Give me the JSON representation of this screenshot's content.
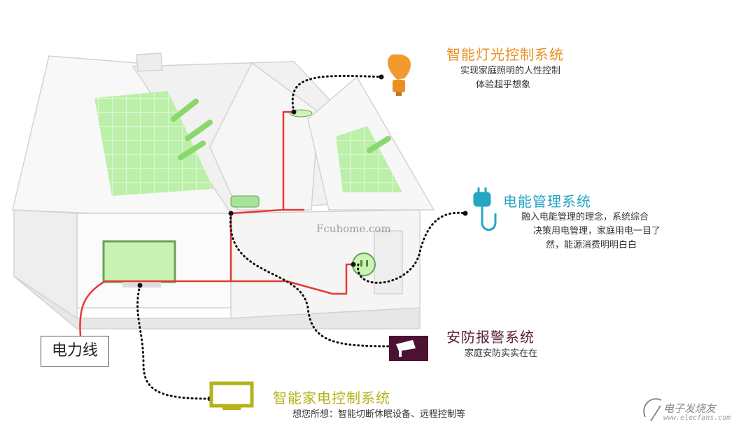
{
  "house": {
    "watermark": "Fcuhome.com"
  },
  "power_line": {
    "label": "电力线"
  },
  "systems": {
    "lighting": {
      "title": "智能灯光控制系统",
      "desc": [
        "实现家庭照明的人性控制",
        "体验超乎想象"
      ],
      "color": "#e8901f",
      "icon": "light-bulb-icon"
    },
    "energy": {
      "title": "电能管理系统",
      "desc": [
        "融入电能管理的理念，系统综合",
        "决策用电管理，家庭用电一目了",
        "然，能源消费明明白白"
      ],
      "color": "#27a6c4",
      "icon": "power-plug-icon"
    },
    "security": {
      "title": "安防报警系统",
      "desc": [
        "家庭安防实实在在"
      ],
      "color": "#5b1a3c",
      "icon": "security-camera-icon"
    },
    "appliance": {
      "title": "智能家电控制系统",
      "desc": [
        "想您所想：智能切断休眠设备、远程控制等"
      ],
      "color": "#b6b21a",
      "icon": "tv-icon"
    }
  },
  "brand": {
    "name": "电子发烧友",
    "url": "www.elecfans.com"
  },
  "colors": {
    "wire": "#e53935",
    "solar_green": "#9be37a",
    "house_outline": "#d9d9d9",
    "dotted_link": "#111111"
  }
}
